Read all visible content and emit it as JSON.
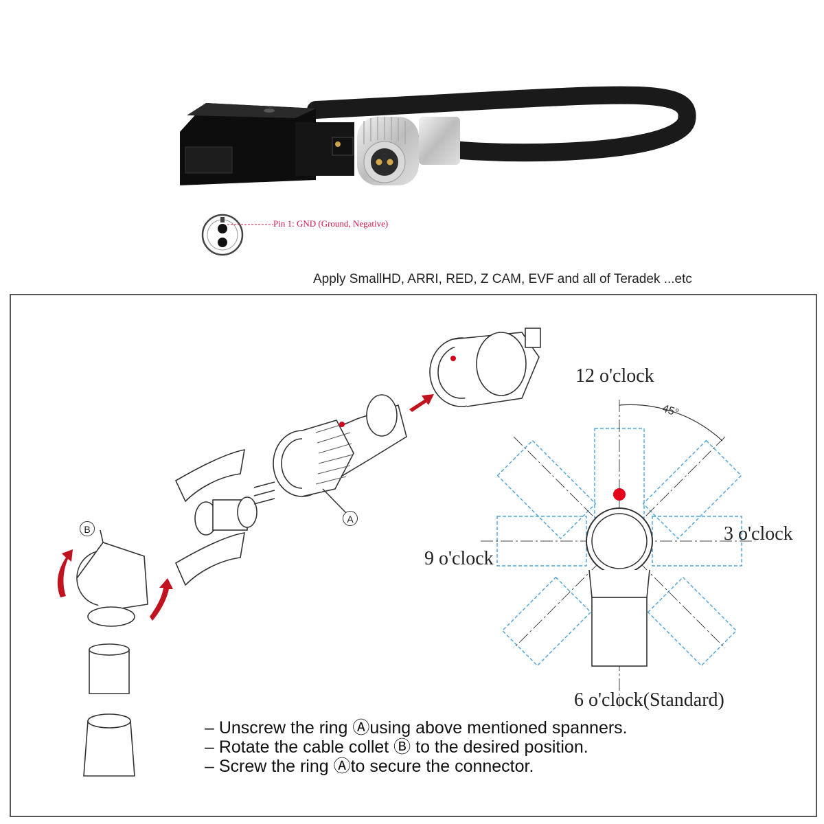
{
  "pin_label": "Pin 1: GND (Ground, Negative)",
  "apply_text": "Apply SmallHD, ARRI, RED, Z CAM, EVF and all of Teradek ...etc",
  "positions": {
    "twelve": "12 o'clock",
    "three": "3 o'clock",
    "nine": "9 o'clock",
    "six": "6 o'clock(Standard)"
  },
  "angle_label": "45°",
  "callouts": {
    "ring": "A",
    "collet": "B"
  },
  "instructions": [
    "– Unscrew the ring Ⓐusing above mentioned spanners.",
    "– Rotate the cable collet Ⓑ to the desired position.",
    "– Screw the ring Ⓐto secure the connector."
  ],
  "colors": {
    "accent_red": "#d0021b",
    "guide_blue": "#4aa3df",
    "pin_text": "#d1164a"
  },
  "icons": [
    "rotate-arrow-icon",
    "direction-arrow-icon",
    "pin-face-icon"
  ]
}
